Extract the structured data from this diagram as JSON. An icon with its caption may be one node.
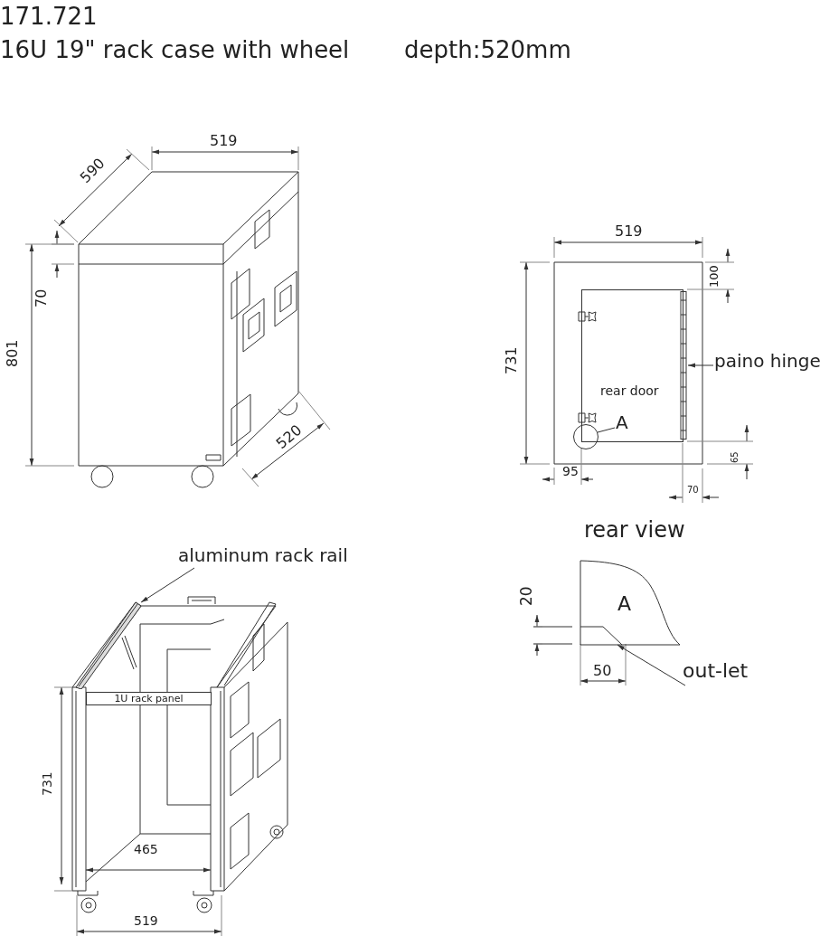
{
  "diagram": {
    "nodes": [
      {
        "text": [
          "rear door"
        ]
      },
      {
        "text": [],
        "shape": "bar"
      },
      {
        "text": [
          "paino hinge"
        ]
      },
      {
        "text": [],
        "shape": "circle"
      },
      {
        "text": [
          "A"
        ],
        "in": 0
      },
      {
        "text": [
          "1U rack panel"
        ]
      },
      {
        "text": [],
        "shape": "bar"
      },
      {
        "text": [
          "aluminum rack rail"
        ]
      },
      {
        "text": [
          "A"
        ]
      },
      {
        "text": [
          "out-let"
        ]
      }
    ],
    "edges": [
      {
        "from": 2,
        "to": 1,
        "arrow": "to"
      },
      {
        "from": 4,
        "to": 3,
        "arrow": "none"
      },
      {
        "from": 7,
        "to": 6,
        "arrow": "to"
      },
      {
        "from": 9,
        "to": 8,
        "arrow": "to"
      }
    ],
    "labels": [
      "171.721",
      "16U 19\" rack case with wheel",
      "depth:520mm",
      "519",
      "590",
      "70",
      "801",
      "520",
      "519",
      "100",
      "731",
      "65",
      "95",
      "70",
      "rear view",
      "20",
      "50",
      "731",
      "465",
      "519"
    ]
  }
}
